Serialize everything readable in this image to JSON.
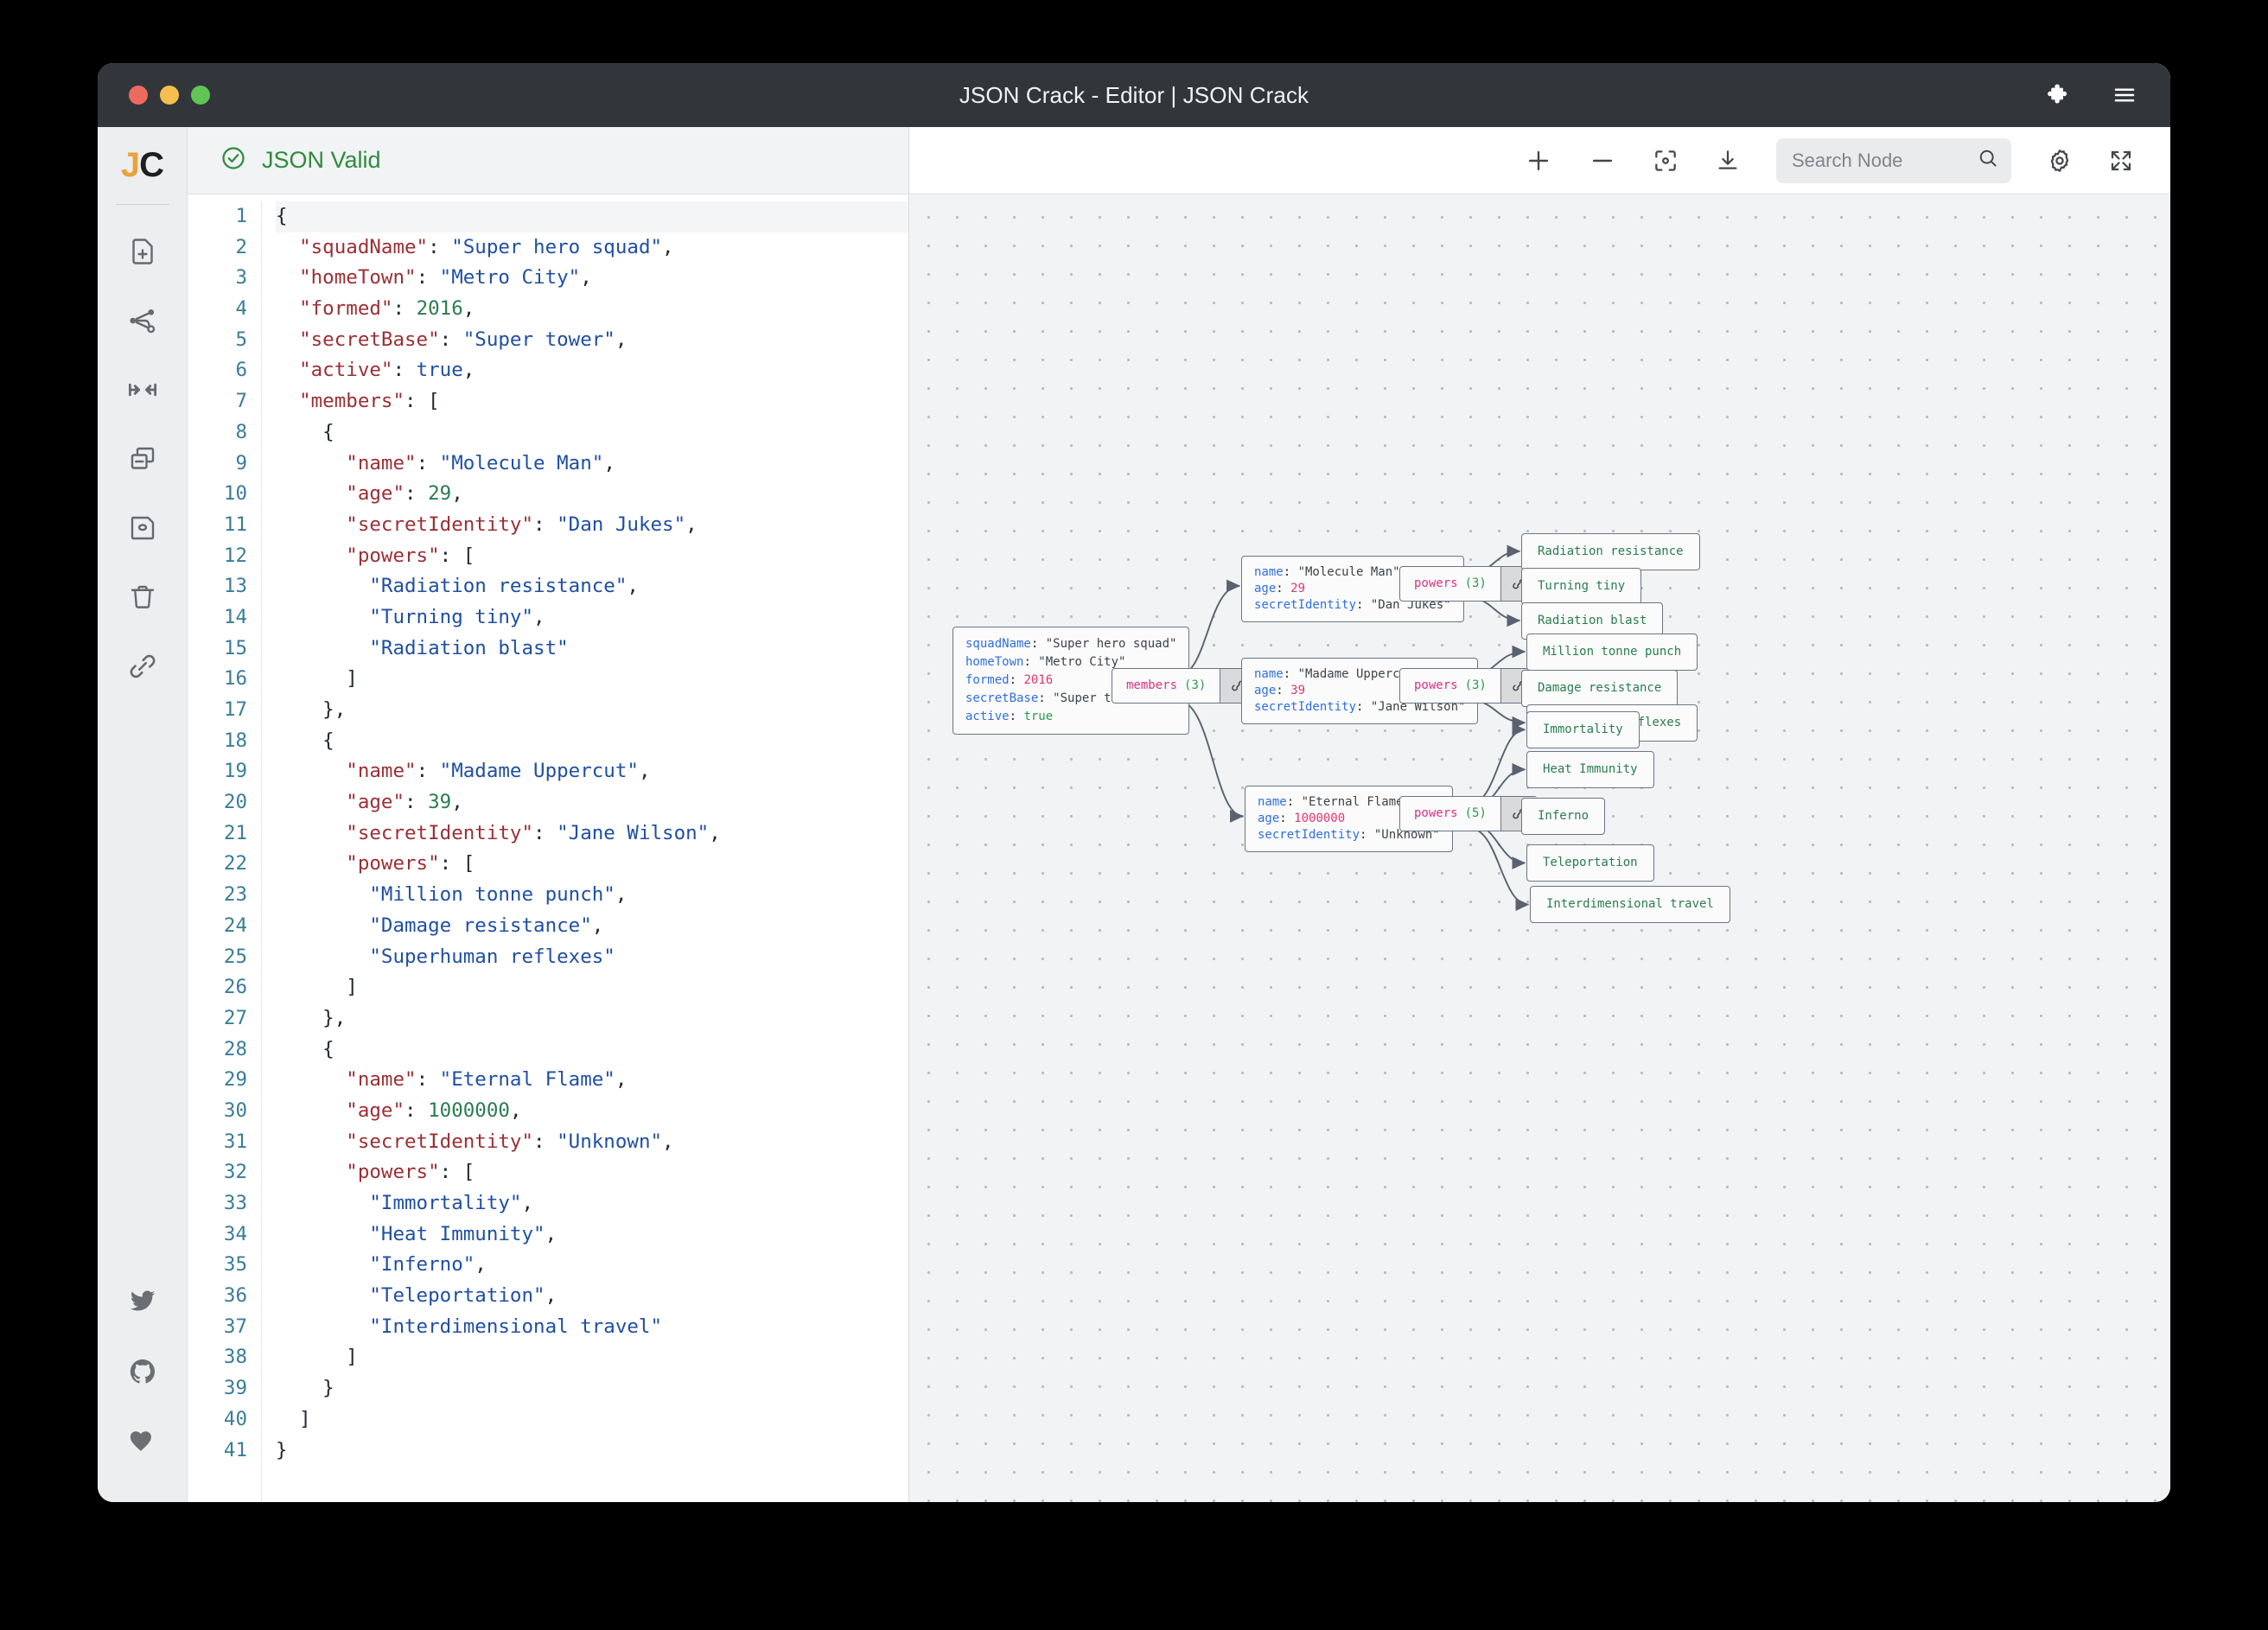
{
  "window": {
    "title": "JSON Crack - Editor | JSON Crack",
    "traffic": {
      "close": "close-button",
      "minimize": "minimize-button",
      "zoom": "zoom-button"
    },
    "actions": {
      "extension": "puzzle-icon",
      "menu": "hamburger-menu-icon"
    }
  },
  "rail": {
    "logo_j": "J",
    "logo_c": "C",
    "items": [
      {
        "name": "new-document",
        "icon": "file-plus-icon"
      },
      {
        "name": "share",
        "icon": "share-nodes-icon"
      },
      {
        "name": "fit-width",
        "icon": "arrows-in-icon"
      },
      {
        "name": "clone",
        "icon": "copy-windows-icon"
      },
      {
        "name": "save",
        "icon": "floppy-disk-icon"
      },
      {
        "name": "delete",
        "icon": "trash-icon"
      },
      {
        "name": "link",
        "icon": "link-icon"
      }
    ],
    "social": [
      {
        "name": "twitter",
        "icon": "twitter-icon"
      },
      {
        "name": "github",
        "icon": "github-icon"
      },
      {
        "name": "sponsor",
        "icon": "heart-icon"
      }
    ]
  },
  "editor": {
    "status_label": "JSON Valid",
    "status_icon": "check-circle-icon",
    "status_color": "#2f8b3c",
    "lines": [
      {
        "n": 1,
        "tokens": [
          {
            "t": "p",
            "v": "{"
          }
        ]
      },
      {
        "n": 2,
        "tokens": [
          {
            "t": "p",
            "v": "  "
          },
          {
            "t": "k",
            "v": "\"squadName\""
          },
          {
            "t": "p",
            "v": ": "
          },
          {
            "t": "s",
            "v": "\"Super hero squad\""
          },
          {
            "t": "p",
            "v": ","
          }
        ]
      },
      {
        "n": 3,
        "tokens": [
          {
            "t": "p",
            "v": "  "
          },
          {
            "t": "k",
            "v": "\"homeTown\""
          },
          {
            "t": "p",
            "v": ": "
          },
          {
            "t": "s",
            "v": "\"Metro City\""
          },
          {
            "t": "p",
            "v": ","
          }
        ]
      },
      {
        "n": 4,
        "tokens": [
          {
            "t": "p",
            "v": "  "
          },
          {
            "t": "k",
            "v": "\"formed\""
          },
          {
            "t": "p",
            "v": ": "
          },
          {
            "t": "n",
            "v": "2016"
          },
          {
            "t": "p",
            "v": ","
          }
        ]
      },
      {
        "n": 5,
        "tokens": [
          {
            "t": "p",
            "v": "  "
          },
          {
            "t": "k",
            "v": "\"secretBase\""
          },
          {
            "t": "p",
            "v": ": "
          },
          {
            "t": "s",
            "v": "\"Super tower\""
          },
          {
            "t": "p",
            "v": ","
          }
        ]
      },
      {
        "n": 6,
        "tokens": [
          {
            "t": "p",
            "v": "  "
          },
          {
            "t": "k",
            "v": "\"active\""
          },
          {
            "t": "p",
            "v": ": "
          },
          {
            "t": "b",
            "v": "true"
          },
          {
            "t": "p",
            "v": ","
          }
        ]
      },
      {
        "n": 7,
        "tokens": [
          {
            "t": "p",
            "v": "  "
          },
          {
            "t": "k",
            "v": "\"members\""
          },
          {
            "t": "p",
            "v": ": ["
          }
        ]
      },
      {
        "n": 8,
        "tokens": [
          {
            "t": "p",
            "v": "    {"
          }
        ]
      },
      {
        "n": 9,
        "tokens": [
          {
            "t": "p",
            "v": "      "
          },
          {
            "t": "k",
            "v": "\"name\""
          },
          {
            "t": "p",
            "v": ": "
          },
          {
            "t": "s",
            "v": "\"Molecule Man\""
          },
          {
            "t": "p",
            "v": ","
          }
        ]
      },
      {
        "n": 10,
        "tokens": [
          {
            "t": "p",
            "v": "      "
          },
          {
            "t": "k",
            "v": "\"age\""
          },
          {
            "t": "p",
            "v": ": "
          },
          {
            "t": "n",
            "v": "29"
          },
          {
            "t": "p",
            "v": ","
          }
        ]
      },
      {
        "n": 11,
        "tokens": [
          {
            "t": "p",
            "v": "      "
          },
          {
            "t": "k",
            "v": "\"secretIdentity\""
          },
          {
            "t": "p",
            "v": ": "
          },
          {
            "t": "s",
            "v": "\"Dan Jukes\""
          },
          {
            "t": "p",
            "v": ","
          }
        ]
      },
      {
        "n": 12,
        "tokens": [
          {
            "t": "p",
            "v": "      "
          },
          {
            "t": "k",
            "v": "\"powers\""
          },
          {
            "t": "p",
            "v": ": ["
          }
        ]
      },
      {
        "n": 13,
        "tokens": [
          {
            "t": "p",
            "v": "        "
          },
          {
            "t": "s",
            "v": "\"Radiation resistance\""
          },
          {
            "t": "p",
            "v": ","
          }
        ]
      },
      {
        "n": 14,
        "tokens": [
          {
            "t": "p",
            "v": "        "
          },
          {
            "t": "s",
            "v": "\"Turning tiny\""
          },
          {
            "t": "p",
            "v": ","
          }
        ]
      },
      {
        "n": 15,
        "tokens": [
          {
            "t": "p",
            "v": "        "
          },
          {
            "t": "s",
            "v": "\"Radiation blast\""
          }
        ]
      },
      {
        "n": 16,
        "tokens": [
          {
            "t": "p",
            "v": "      ]"
          }
        ]
      },
      {
        "n": 17,
        "tokens": [
          {
            "t": "p",
            "v": "    },"
          }
        ]
      },
      {
        "n": 18,
        "tokens": [
          {
            "t": "p",
            "v": "    {"
          }
        ]
      },
      {
        "n": 19,
        "tokens": [
          {
            "t": "p",
            "v": "      "
          },
          {
            "t": "k",
            "v": "\"name\""
          },
          {
            "t": "p",
            "v": ": "
          },
          {
            "t": "s",
            "v": "\"Madame Uppercut\""
          },
          {
            "t": "p",
            "v": ","
          }
        ]
      },
      {
        "n": 20,
        "tokens": [
          {
            "t": "p",
            "v": "      "
          },
          {
            "t": "k",
            "v": "\"age\""
          },
          {
            "t": "p",
            "v": ": "
          },
          {
            "t": "n",
            "v": "39"
          },
          {
            "t": "p",
            "v": ","
          }
        ]
      },
      {
        "n": 21,
        "tokens": [
          {
            "t": "p",
            "v": "      "
          },
          {
            "t": "k",
            "v": "\"secretIdentity\""
          },
          {
            "t": "p",
            "v": ": "
          },
          {
            "t": "s",
            "v": "\"Jane Wilson\""
          },
          {
            "t": "p",
            "v": ","
          }
        ]
      },
      {
        "n": 22,
        "tokens": [
          {
            "t": "p",
            "v": "      "
          },
          {
            "t": "k",
            "v": "\"powers\""
          },
          {
            "t": "p",
            "v": ": ["
          }
        ]
      },
      {
        "n": 23,
        "tokens": [
          {
            "t": "p",
            "v": "        "
          },
          {
            "t": "s",
            "v": "\"Million tonne punch\""
          },
          {
            "t": "p",
            "v": ","
          }
        ]
      },
      {
        "n": 24,
        "tokens": [
          {
            "t": "p",
            "v": "        "
          },
          {
            "t": "s",
            "v": "\"Damage resistance\""
          },
          {
            "t": "p",
            "v": ","
          }
        ]
      },
      {
        "n": 25,
        "tokens": [
          {
            "t": "p",
            "v": "        "
          },
          {
            "t": "s",
            "v": "\"Superhuman reflexes\""
          }
        ]
      },
      {
        "n": 26,
        "tokens": [
          {
            "t": "p",
            "v": "      ]"
          }
        ]
      },
      {
        "n": 27,
        "tokens": [
          {
            "t": "p",
            "v": "    },"
          }
        ]
      },
      {
        "n": 28,
        "tokens": [
          {
            "t": "p",
            "v": "    {"
          }
        ]
      },
      {
        "n": 29,
        "tokens": [
          {
            "t": "p",
            "v": "      "
          },
          {
            "t": "k",
            "v": "\"name\""
          },
          {
            "t": "p",
            "v": ": "
          },
          {
            "t": "s",
            "v": "\"Eternal Flame\""
          },
          {
            "t": "p",
            "v": ","
          }
        ]
      },
      {
        "n": 30,
        "tokens": [
          {
            "t": "p",
            "v": "      "
          },
          {
            "t": "k",
            "v": "\"age\""
          },
          {
            "t": "p",
            "v": ": "
          },
          {
            "t": "n",
            "v": "1000000"
          },
          {
            "t": "p",
            "v": ","
          }
        ]
      },
      {
        "n": 31,
        "tokens": [
          {
            "t": "p",
            "v": "      "
          },
          {
            "t": "k",
            "v": "\"secretIdentity\""
          },
          {
            "t": "p",
            "v": ": "
          },
          {
            "t": "s",
            "v": "\"Unknown\""
          },
          {
            "t": "p",
            "v": ","
          }
        ]
      },
      {
        "n": 32,
        "tokens": [
          {
            "t": "p",
            "v": "      "
          },
          {
            "t": "k",
            "v": "\"powers\""
          },
          {
            "t": "p",
            "v": ": ["
          }
        ]
      },
      {
        "n": 33,
        "tokens": [
          {
            "t": "p",
            "v": "        "
          },
          {
            "t": "s",
            "v": "\"Immortality\""
          },
          {
            "t": "p",
            "v": ","
          }
        ]
      },
      {
        "n": 34,
        "tokens": [
          {
            "t": "p",
            "v": "        "
          },
          {
            "t": "s",
            "v": "\"Heat Immunity\""
          },
          {
            "t": "p",
            "v": ","
          }
        ]
      },
      {
        "n": 35,
        "tokens": [
          {
            "t": "p",
            "v": "        "
          },
          {
            "t": "s",
            "v": "\"Inferno\""
          },
          {
            "t": "p",
            "v": ","
          }
        ]
      },
      {
        "n": 36,
        "tokens": [
          {
            "t": "p",
            "v": "        "
          },
          {
            "t": "s",
            "v": "\"Teleportation\""
          },
          {
            "t": "p",
            "v": ","
          }
        ]
      },
      {
        "n": 37,
        "tokens": [
          {
            "t": "p",
            "v": "        "
          },
          {
            "t": "s",
            "v": "\"Interdimensional travel\""
          }
        ]
      },
      {
        "n": 38,
        "tokens": [
          {
            "t": "p",
            "v": "      ]"
          }
        ]
      },
      {
        "n": 39,
        "tokens": [
          {
            "t": "p",
            "v": "    }"
          }
        ]
      },
      {
        "n": 40,
        "tokens": [
          {
            "t": "p",
            "v": "  ]"
          }
        ]
      },
      {
        "n": 41,
        "tokens": [
          {
            "t": "p",
            "v": "}"
          }
        ]
      }
    ]
  },
  "toolbar": {
    "zoom_in": "plus-icon",
    "zoom_out": "minus-icon",
    "center": "focus-target-icon",
    "download": "download-icon",
    "search_placeholder": "Search Node",
    "search_value": "",
    "search_icon": "magnifier-icon",
    "settings": "gear-icon",
    "fullscreen": "expand-arrows-icon"
  },
  "graph": {
    "root": {
      "rows": [
        {
          "key": "squadName",
          "value": "\"Super hero squad\"",
          "type": "string"
        },
        {
          "key": "homeTown",
          "value": "\"Metro City\"",
          "type": "string"
        },
        {
          "key": "formed",
          "value": "2016",
          "type": "number"
        },
        {
          "key": "secretBase",
          "value": "\"Super tower\"",
          "type": "string"
        },
        {
          "key": "active",
          "value": "true",
          "type": "boolean"
        }
      ]
    },
    "members_node": {
      "key": "members",
      "count": "(3)",
      "link_icon": "link-chain-icon"
    },
    "members": [
      {
        "rows": [
          {
            "key": "name",
            "value": "\"Molecule Man\"",
            "type": "string"
          },
          {
            "key": "age",
            "value": "29",
            "type": "number"
          },
          {
            "key": "secretIdentity",
            "value": "\"Dan Jukes\"",
            "type": "string"
          }
        ],
        "powers_node": {
          "key": "powers",
          "count": "(3)",
          "link_icon": "link-chain-icon"
        },
        "powers": [
          "Radiation resistance",
          "Turning tiny",
          "Radiation blast"
        ]
      },
      {
        "rows": [
          {
            "key": "name",
            "value": "\"Madame Uppercut\"",
            "type": "string"
          },
          {
            "key": "age",
            "value": "39",
            "type": "number"
          },
          {
            "key": "secretIdentity",
            "value": "\"Jane Wilson\"",
            "type": "string"
          }
        ],
        "powers_node": {
          "key": "powers",
          "count": "(3)",
          "link_icon": "link-chain-icon"
        },
        "powers": [
          "Million tonne punch",
          "Damage resistance",
          "Superhuman reflexes"
        ]
      },
      {
        "rows": [
          {
            "key": "name",
            "value": "\"Eternal Flame\"",
            "type": "string"
          },
          {
            "key": "age",
            "value": "1000000",
            "type": "number"
          },
          {
            "key": "secretIdentity",
            "value": "\"Unknown\"",
            "type": "string"
          }
        ],
        "powers_node": {
          "key": "powers",
          "count": "(5)",
          "link_icon": "link-chain-icon"
        },
        "powers": [
          "Immortality",
          "Heat Immunity",
          "Inferno",
          "Teleportation",
          "Interdimensional travel"
        ]
      }
    ]
  },
  "colors": {
    "titlebar": "#32363b",
    "valid_green": "#2f8b3c",
    "node_key": "#2f6fe0",
    "node_number": "#e0366f",
    "node_bool": "#2a9a4f",
    "array_key": "#d63384",
    "leaf_text": "#2a7d4f",
    "logo_accent": "#e8a33d"
  }
}
